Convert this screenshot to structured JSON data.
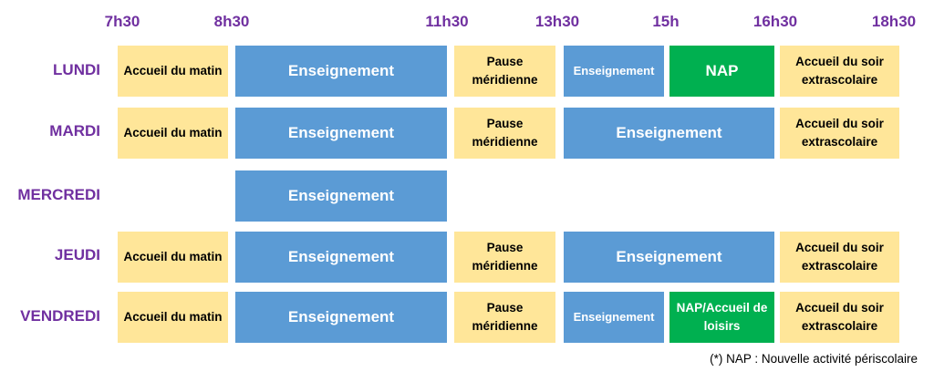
{
  "times": [
    "7h30",
    "8h30",
    "11h30",
    "13h30",
    "15h",
    "16h30",
    "18h30"
  ],
  "days": [
    "LUNDI",
    "MARDI",
    "MERCREDI",
    "JEUDI",
    "VENDREDI"
  ],
  "blocks": {
    "accueil_matin": "Accueil du matin",
    "enseignement": "Enseignement",
    "pause": "Pause méridienne",
    "nap": "NAP",
    "nap_loisirs": "NAP/Accueil de loisirs",
    "accueil_soir": "Accueil du soir extrascolaire"
  },
  "footnote": "(*) NAP : Nouvelle activité périscolaire",
  "colors": {
    "time_label": "#7030a0",
    "accueil": "#ffe699",
    "enseignement": "#5b9bd5",
    "nap": "#00b050"
  }
}
